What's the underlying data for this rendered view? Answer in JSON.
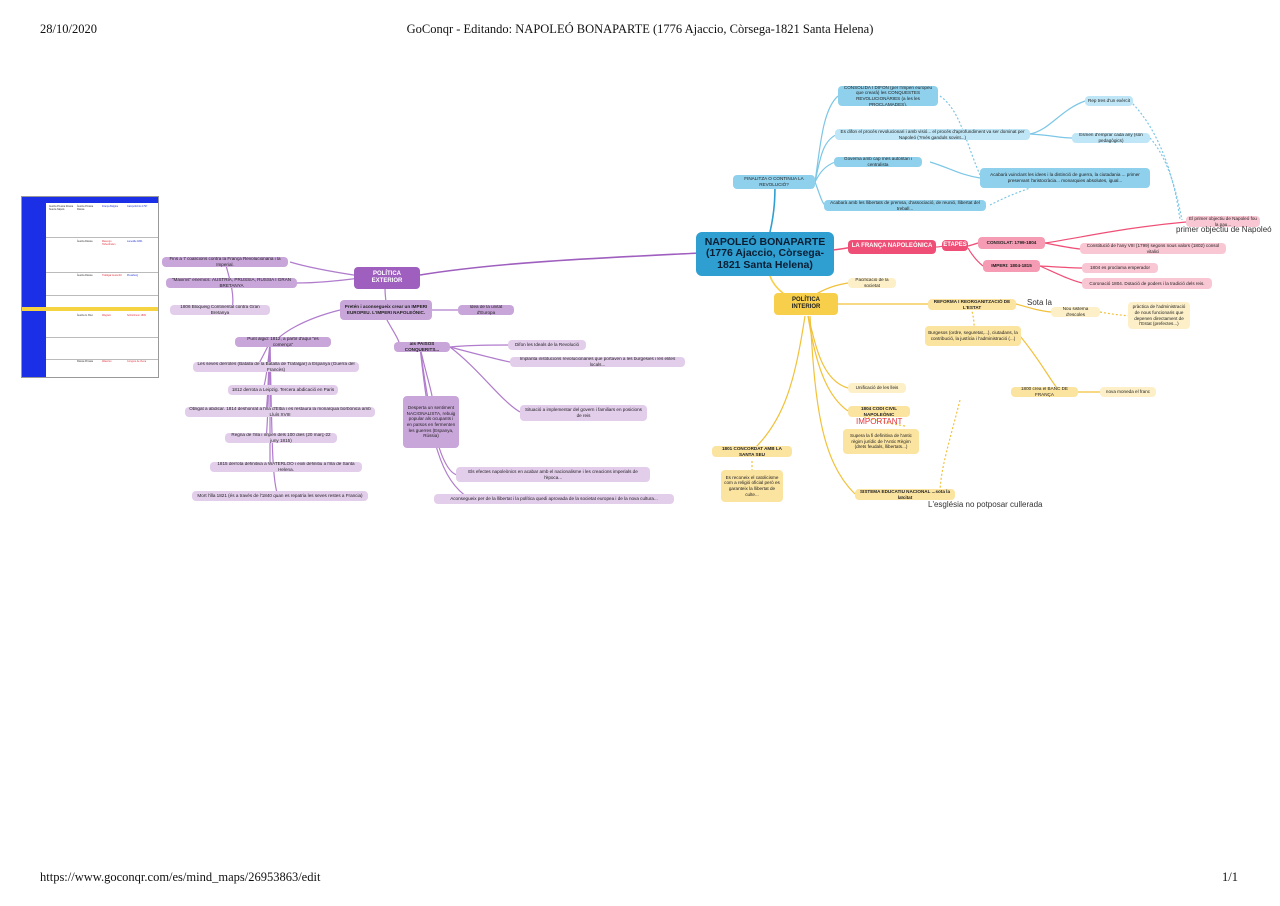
{
  "header": {
    "date": "28/10/2020",
    "title": "GoConqr - Editando: NAPOLEÓ BONAPARTE (1776 Ajaccio, Còrsega-1821 Santa Helena)"
  },
  "footer": {
    "url": "https://www.goconqr.com/es/mind_maps/26953863/edit",
    "page": "1/1"
  },
  "map": {
    "central": "NAPOLEÓ BONAPARTE (1776 Ajaccio, Còrsega-1821 Santa Helena)",
    "revolucio": {
      "title": "FINALITZA O CONTINUA LA REVOLUCIÓ?",
      "consolida": "CONSOLIDA I DIFON (per l'imperi europeu que crearà) les CONQUESTES REVOLUCIONÀRIES (a les les PROCLAMADES).",
      "visio": "Es difon el procés revolucionari i amb visió... el procés d'aprofundiment va ser dominat per Napoleó (?més ganduls sovint...)",
      "governe": "Governa amb cap més autoritari i centralista",
      "acaba": "Acabarà amb les llibertats de premsa, d'associació, de reunió, llibertat del treball...",
      "acabarem": "Acabarà vuinclant les idees i la distinció de guerra, la ciutadania ... primer preservant l'aristocràcia... monarquies absolutes, igual...",
      "rep": "Rep tres d'un exèrcit",
      "estimem": "Esmen d'emprar cada any (són pedagògics)"
    },
    "politica_exterior": {
      "title": "POLÍTICA EXTERIOR",
      "pretes": "Pretén i aconsegueix crear un IMPERI EUROPEU. L'IMPERI NAPOLEÒNIC.",
      "idea": "Idea de la unitat d'Europa",
      "items": [
        "Fins a 7 coalicions contra la França Revolucionària i la Imperial.",
        "\"Màxims\" enemics: ÀUSTRIA, PRÚSSIA, RÚSSIA I GRAN BRETANYA",
        "1806 Bloqueig Continental contra Gran Bretanya",
        "Punt àlgid: 1812, a partir d'aquí \"es comença\"",
        "Les seves derrotes (Batalla de la Batalla de Trafalgar) a Espanya (Guerra del Francès)",
        "1812 derrota a Leipzig. Tercera abdicació en Paris",
        "Obligat a abdicar. 1814 deshonrat a l'illa d'Elba i es restaura la monarquia borbònica amb Lluís XVIII",
        "Regna de l'illa i imperi dels 100 dies (20 març-22 juny 1815)",
        "1815 derrota definitiva a WATERLOO i exili definitiu a l'illa de Santa Helena.",
        "Mort l'illa 1821 (és a través de l'1840 quan es repatria les seves restes a Francia)"
      ],
      "conquista_title": "als PAÏSOS CONQUERITS...",
      "conquista": [
        "Difon les Ideals de la Revolució",
        "Implanta institucions revolucionàries que portaven a les burgesies i les elites locals...",
        "Situació a implementar del govern i familiars en posicions de reis"
      ],
      "despertar": "Desperta un sentiment NACIONALISTA, rebuig popular als ocupants i en països en fermenten les guerres (Espanya, Rússia)",
      "final1": "Els efectes napoleònics en acabar amb el nacionalisme i les creacions imperials de l'època...",
      "final2": "Aconsegueix per de la llibertat i la política quedi aprovada de la societat europea i de la nova cultura..."
    },
    "franca": {
      "title": "LA FRANÇA NAPOLEÒNICA",
      "etapes": "ETAPES",
      "consolat": "CONSOLAT: 1799-1804",
      "imperi": "IMPERI: 1804-1815",
      "primer": "El primer objectiu de Napoleó fou la pau...",
      "constitucio": "Constitució de l'any VIII (1799) segons nous valors (1802) consol vitalici",
      "emperador": "1804 es proclama emperador",
      "corona": "Coronació 1804. Dotació de poders i la tradició dels reis."
    },
    "politica_interior": {
      "title": "POLÍTICA INTERIOR",
      "pacificacio": "Pacificació de la societat",
      "reforma": "REFORMA I REORGANITZACIÓ DE L'ESTAT",
      "nou": "Nou sistema d'escoles",
      "practica": "pràctica de l'administració de nous funcionaris que depenen directament de l'Estat (prefectes...)",
      "burgesos": "Burgesos (ordre, seguretat,...), ciutadans, la contribució, la justícia i l'administració (...)",
      "banc": "1800 crea el BANC DE FRANÇA",
      "moneda": "nova moneda el franc",
      "codi_intro": "Unificació de les lleis",
      "codi": "1804 CODI CIVIL NAPOLEÒNIC",
      "supera": "Supera la fi definitiva de l'antic règim jurídic de l'Antic Règim (drets feudals, llibertats...)",
      "concordat": "1801 CONCORDAT AMB LA SANTA SEU",
      "reconeix": "Es reconeix el catolicisme com a religió oficial però es garanteix la llibertat de culte...",
      "educacio": "SISTEMA EDUCATIU NACIONAL ...sota la laïcitat"
    }
  },
  "annotations": {
    "sota_la": "Sota la",
    "primer_obj": "primer objectiu de Napoleó",
    "important": "IMPORTANT",
    "esglesia": "L'església no potposar cullerada"
  },
  "thumbnail": {
    "label": "embedded table thumbnail"
  }
}
